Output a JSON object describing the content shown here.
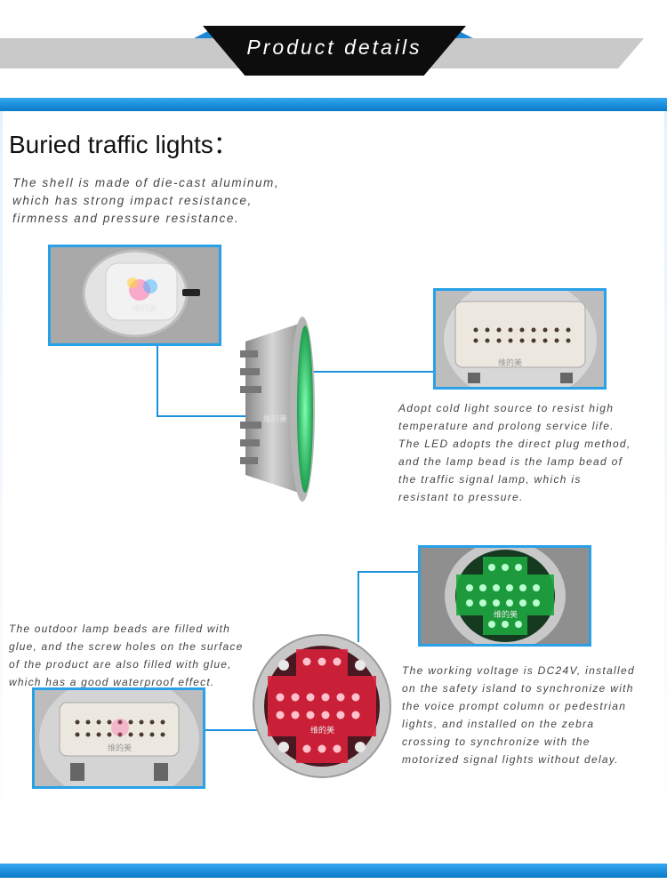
{
  "header": {
    "title": "Product details"
  },
  "section": {
    "title": "Buried traffic lights："
  },
  "paragraphs": {
    "shell": [
      "The shell is made of die-cast aluminum,",
      "which has strong impact resistance,",
      "firmness and pressure resistance."
    ],
    "led": [
      "Adopt cold light source to resist high",
      "temperature and prolong service life.",
      "The LED adopts the direct plug method,",
      "and the lamp bead is the lamp bead of",
      "the traffic signal lamp, which is",
      "resistant to pressure."
    ],
    "glue": [
      "The outdoor lamp beads are filled with",
      "glue, and the screw holes on the surface",
      "of the product are also filled with glue,",
      "which has a good waterproof effect."
    ],
    "voltage": [
      "The working voltage is DC24V, installed",
      "on the safety island to synchronize with",
      "the voice prompt column or pedestrian",
      "lights, and installed on the zebra",
      "crossing to synchronize with the",
      "motorized signal lights without delay."
    ]
  },
  "watermark": {
    "brand": "维的美"
  },
  "colors": {
    "accent": "#1e88d6",
    "green_led": "#2bd34a",
    "red_led": "#e8283c",
    "header_bar": "#c9c9c9"
  }
}
